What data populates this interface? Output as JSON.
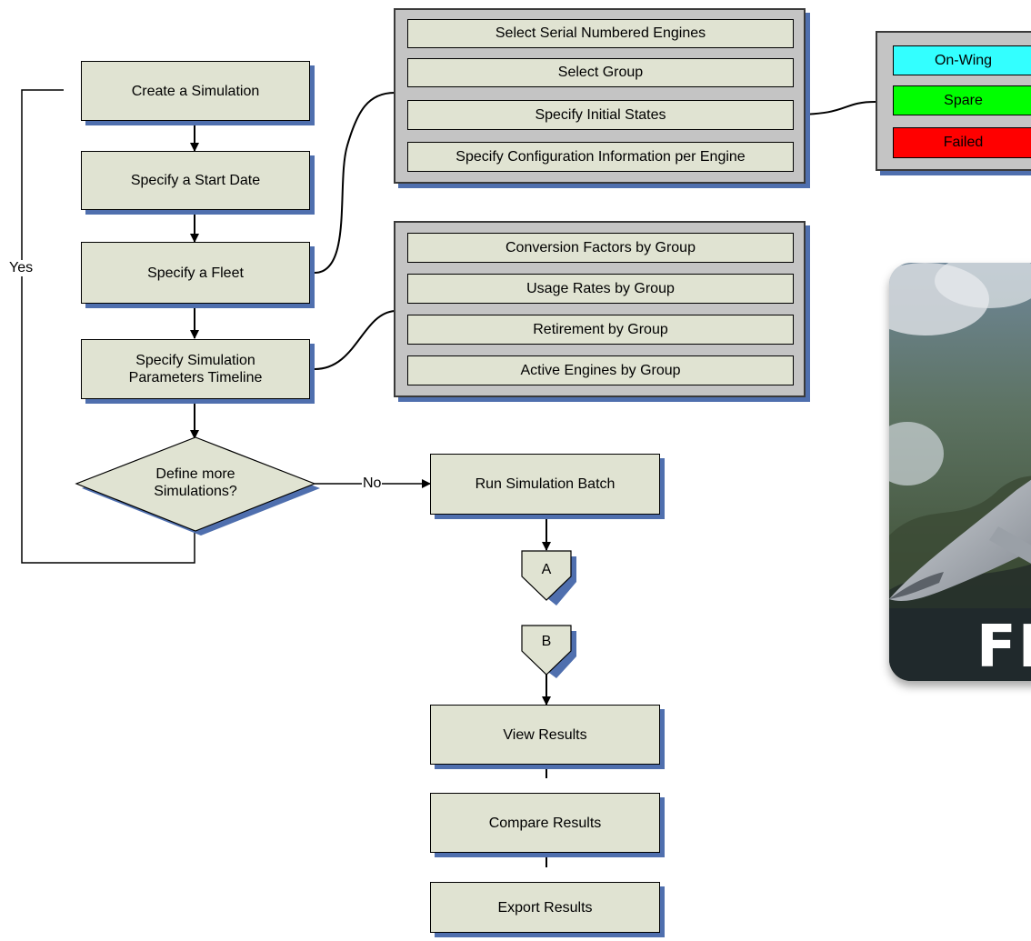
{
  "flow": {
    "create_simulation": "Create a Simulation",
    "start_date": "Specify a Start Date",
    "fleet": "Specify a Fleet",
    "params_line1": "Specify Simulation",
    "params_line2": "Parameters Timeline",
    "decision_line1": "Define more",
    "decision_line2": "Simulations?",
    "yes_label": "Yes",
    "no_label": "No",
    "run_batch": "Run Simulation Batch",
    "connector_a": "A",
    "connector_b": "B",
    "view_results": "View Results",
    "compare_results": "Compare Results",
    "export_results": "Export Results"
  },
  "fleet_panel": {
    "items": [
      "Select Serial Numbered Engines",
      "Select Group",
      "Specify Initial States",
      "Specify Configuration Information per Engine"
    ]
  },
  "states_panel": {
    "items": [
      {
        "label": "On-Wing",
        "color": "#33ffff"
      },
      {
        "label": "Spare",
        "color": "#00ff00"
      },
      {
        "label": "Failed",
        "color": "#ff0000"
      }
    ]
  },
  "params_panel": {
    "items": [
      "Conversion Factors by Group",
      "Usage Rates by Group",
      "Retirement by Group",
      "Active Engines by Group"
    ]
  },
  "photo": {
    "caption": "FI"
  },
  "colors": {
    "node_fill": "#e0e3d2",
    "shadow": "#4f6fae",
    "panel_fill": "#c4c4c4"
  }
}
